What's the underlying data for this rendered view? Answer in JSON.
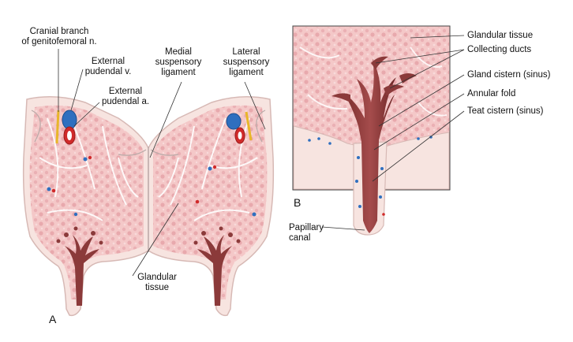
{
  "panels": {
    "a": "A",
    "b": "B"
  },
  "labels": {
    "cranial_branch_1": "Cranial branch",
    "cranial_branch_2": "of genitofemoral n.",
    "external_pudendal_v_1": "External",
    "external_pudendal_v_2": "pudendal v.",
    "external_pudendal_a_1": "External",
    "external_pudendal_a_2": "pudendal a.",
    "medial_suspensory_1": "Medial",
    "medial_suspensory_2": "suspensory",
    "medial_suspensory_3": "ligament",
    "lateral_suspensory_1": "Lateral",
    "lateral_suspensory_2": "suspensory",
    "lateral_suspensory_3": "ligament",
    "glandular_tissue_a_1": "Glandular",
    "glandular_tissue_a_2": "tissue",
    "glandular_tissue_b": "Glandular tissue",
    "collecting_ducts": "Collecting ducts",
    "gland_cistern": "Gland cistern (sinus)",
    "annular_fold": "Annular fold",
    "teat_cistern": "Teat cistern (sinus)",
    "papillary_canal_1": "Papillary",
    "papillary_canal_2": "canal"
  },
  "colors": {
    "gland": "#f4c8c8",
    "gland_speckle": "#e8a9ad",
    "capsule": "#f7e4e0",
    "capsule_edge": "#d7b9b5",
    "duct": "#8b3a3a",
    "duct_dark": "#6e2727",
    "vein": "#2f6fbf",
    "artery": "#d02a2a",
    "nerve": "#e8b62a",
    "septa": "#ffffff",
    "line": "#333333"
  }
}
